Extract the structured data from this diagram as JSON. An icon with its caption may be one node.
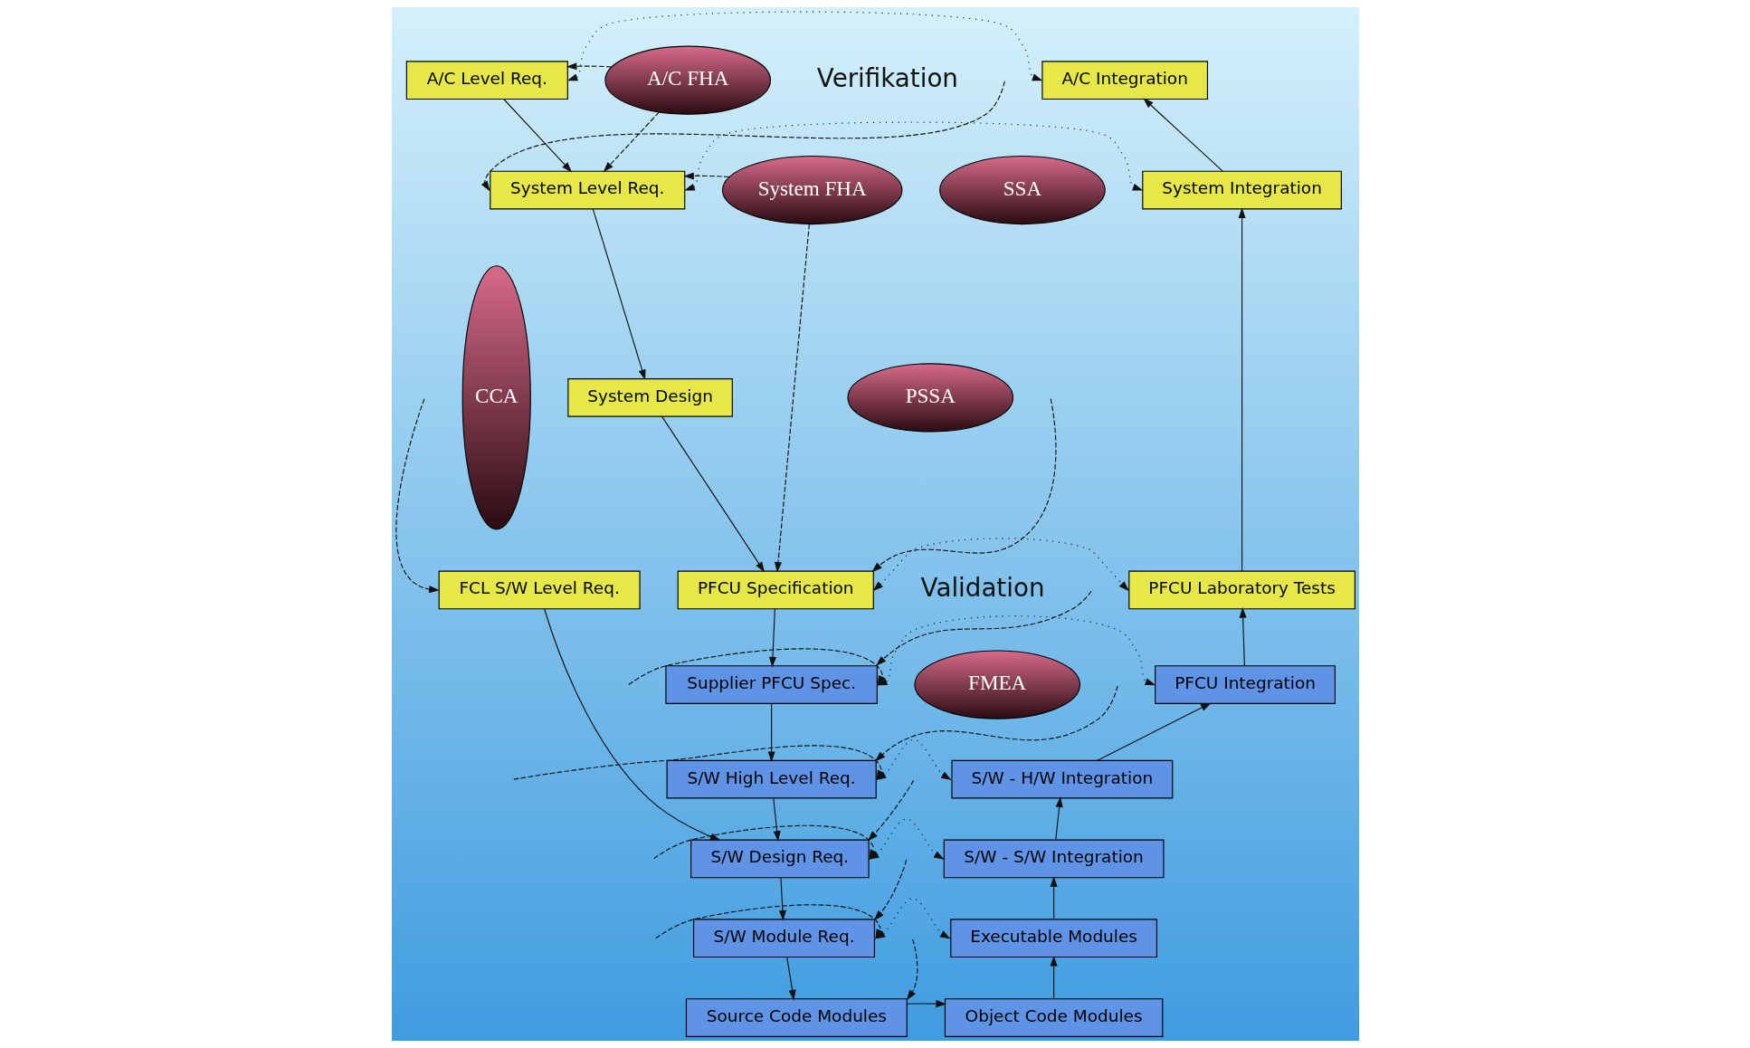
{
  "diagram": {
    "nodes": [
      {
        "text": [
          "A/C Level Req."
        ]
      },
      {
        "text": [
          "A/C FHA"
        ]
      },
      {
        "text": [
          "A/C Integration"
        ]
      },
      {
        "text": [
          "System Level Req."
        ]
      },
      {
        "text": [
          "System FHA"
        ]
      },
      {
        "text": [
          "SSA"
        ]
      },
      {
        "text": [
          "System Integration"
        ]
      },
      {
        "text": [
          "CCA"
        ]
      },
      {
        "text": [
          "System Design"
        ]
      },
      {
        "text": [
          "PSSA"
        ]
      },
      {
        "text": [
          "FCL S/W Level Req."
        ]
      },
      {
        "text": [
          "PFCU Specification"
        ]
      },
      {
        "text": [
          "PFCU Laboratory Tests"
        ]
      },
      {
        "text": [
          "Supplier PFCU Spec."
        ]
      },
      {
        "text": [
          "FMEA"
        ]
      },
      {
        "text": [
          "PFCU Integration"
        ]
      },
      {
        "text": [
          "S/W High Level Req."
        ]
      },
      {
        "text": [
          "S/W - H/W Integration"
        ]
      },
      {
        "text": [
          "S/W Design Req."
        ]
      },
      {
        "text": [
          "S/W - S/W Integration"
        ]
      },
      {
        "text": [
          "S/W Module Req."
        ]
      },
      {
        "text": [
          "Executable Modules"
        ]
      },
      {
        "text": [
          "Source Code Modules"
        ]
      },
      {
        "text": [
          "Object Code Modules"
        ]
      }
    ],
    "edges": [
      {
        "from": 0,
        "to": 3,
        "arrow": "to"
      },
      {
        "from": 3,
        "to": 8,
        "arrow": "to"
      },
      {
        "from": 8,
        "to": 11,
        "arrow": "to"
      },
      {
        "from": 11,
        "to": 13,
        "arrow": "to"
      },
      {
        "from": 13,
        "to": 16,
        "arrow": "to"
      },
      {
        "from": 16,
        "to": 18,
        "arrow": "to"
      },
      {
        "from": 18,
        "to": 20,
        "arrow": "to"
      },
      {
        "from": 20,
        "to": 22,
        "arrow": "to"
      },
      {
        "from": 22,
        "to": 23,
        "arrow": "to"
      },
      {
        "from": 23,
        "to": 21,
        "arrow": "to"
      },
      {
        "from": 21,
        "to": 19,
        "arrow": "to"
      },
      {
        "from": 19,
        "to": 17,
        "arrow": "to"
      },
      {
        "from": 17,
        "to": 15,
        "arrow": "to"
      },
      {
        "from": 15,
        "to": 12,
        "arrow": "to"
      },
      {
        "from": 12,
        "to": 6,
        "arrow": "to"
      },
      {
        "from": 6,
        "to": 2,
        "arrow": "to"
      },
      {
        "from": 10,
        "to": 18,
        "arrow": "to"
      },
      {
        "from": 0,
        "to": 2,
        "arrow": "both",
        "style": "dashed"
      },
      {
        "from": 3,
        "to": 6,
        "arrow": "both",
        "style": "dashed"
      },
      {
        "from": 11,
        "to": 12,
        "arrow": "both",
        "style": "dashed"
      },
      {
        "from": 13,
        "to": 15,
        "arrow": "both",
        "style": "dashed"
      },
      {
        "from": 16,
        "to": 17,
        "arrow": "both",
        "style": "dashed"
      },
      {
        "from": 18,
        "to": 19,
        "arrow": "both",
        "style": "dashed"
      },
      {
        "from": 20,
        "to": 21,
        "arrow": "both",
        "style": "dashed"
      },
      {
        "from": 1,
        "to": 0,
        "arrow": "to",
        "style": "dashed"
      },
      {
        "from": 1,
        "to": 3,
        "arrow": "to",
        "style": "dashed"
      },
      {
        "from": 4,
        "to": 3,
        "arrow": "to",
        "style": "dashed"
      },
      {
        "from": 4,
        "to": 11,
        "arrow": "to",
        "style": "dashed"
      },
      {
        "from": null,
        "to": 3,
        "arrow": "to",
        "style": "dashed"
      },
      {
        "from": null,
        "to": 10,
        "arrow": "to",
        "style": "dashed"
      },
      {
        "from": null,
        "to": 11,
        "arrow": "to",
        "style": "dashed"
      },
      {
        "from": null,
        "to": 13,
        "arrow": "to",
        "style": "dashed"
      },
      {
        "from": null,
        "to": 13,
        "arrow": "to",
        "style": "dashed"
      },
      {
        "from": null,
        "to": 16,
        "arrow": "to",
        "style": "dashed"
      },
      {
        "from": null,
        "to": 16,
        "arrow": "to",
        "style": "dashed"
      },
      {
        "from": null,
        "to": 18,
        "arrow": "to",
        "style": "dashed"
      },
      {
        "from": null,
        "to": 18,
        "arrow": "to",
        "style": "dashed"
      },
      {
        "from": null,
        "to": 20,
        "arrow": "to",
        "style": "dashed"
      },
      {
        "from": null,
        "to": 20,
        "arrow": "to",
        "style": "dashed"
      },
      {
        "from": null,
        "to": 22,
        "arrow": "to",
        "style": "dashed"
      }
    ],
    "labels": [
      "Verifikation",
      "Validation"
    ]
  }
}
